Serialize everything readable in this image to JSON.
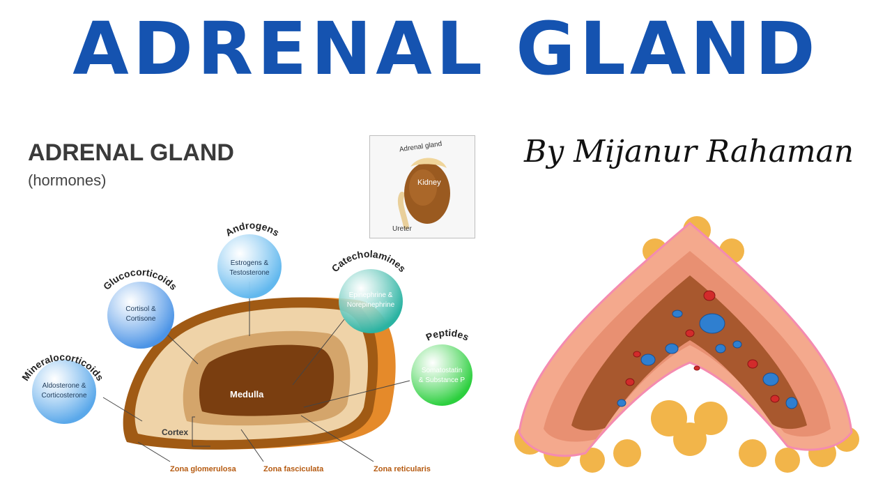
{
  "banner_title": "ADRENAL GLAND",
  "author": "By Mijanur Rahaman",
  "diagram": {
    "title": "ADRENAL GLAND",
    "subtitle": "(hormones)",
    "hormone_groups": [
      {
        "heading": "Mineralocorticoids",
        "line1": "Aldosterone &",
        "line2": "Corticosterone",
        "color": "#5aa8ea"
      },
      {
        "heading": "Glucocorticoids",
        "line1": "Cortisol &",
        "line2": "Cortisone",
        "color": "#4c94e6"
      },
      {
        "heading": "Androgens",
        "line1": "Estrogens &",
        "line2": "Testosterone",
        "color": "#62b8ee"
      },
      {
        "heading": "Catecholamines",
        "line1": "Epinephrine &",
        "line2": "Norepinephrine",
        "color": "#2bb3a2"
      },
      {
        "heading": "Peptides",
        "line1": "Somatostatin",
        "line2": "& Substance P",
        "color": "#2ccf3e"
      }
    ],
    "regions": {
      "medulla": "Medulla",
      "cortex": "Cortex"
    },
    "zones": [
      "Zona glomerulosa",
      "Zona fasciculata",
      "Zona reticularis"
    ],
    "inset": {
      "adrenal": "Adrenal gland",
      "kidney": "Kidney",
      "ureter": "Ureter"
    }
  }
}
